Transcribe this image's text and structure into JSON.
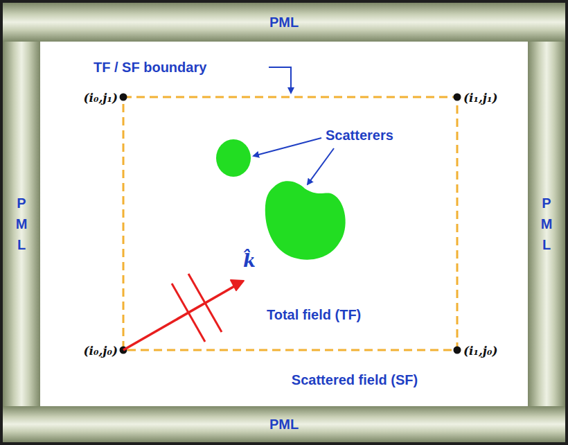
{
  "diagram": {
    "nodes": [
      {
        "text": [
          "PML"
        ]
      },
      {
        "text": [
          "P M L"
        ]
      },
      {
        "text": [
          "Total field (TF)"
        ]
      },
      {
        "text": [
          "P M L"
        ]
      },
      {
        "text": [
          "PML"
        ]
      }
    ],
    "labels": [
      "TF / SF boundary",
      "(i₀,j₁)",
      "(i₁,j₁)",
      "Scatterers",
      "k̂",
      "(i₀,j₀)",
      "(i₁,j₀)",
      "Scattered field (SF)"
    ]
  }
}
